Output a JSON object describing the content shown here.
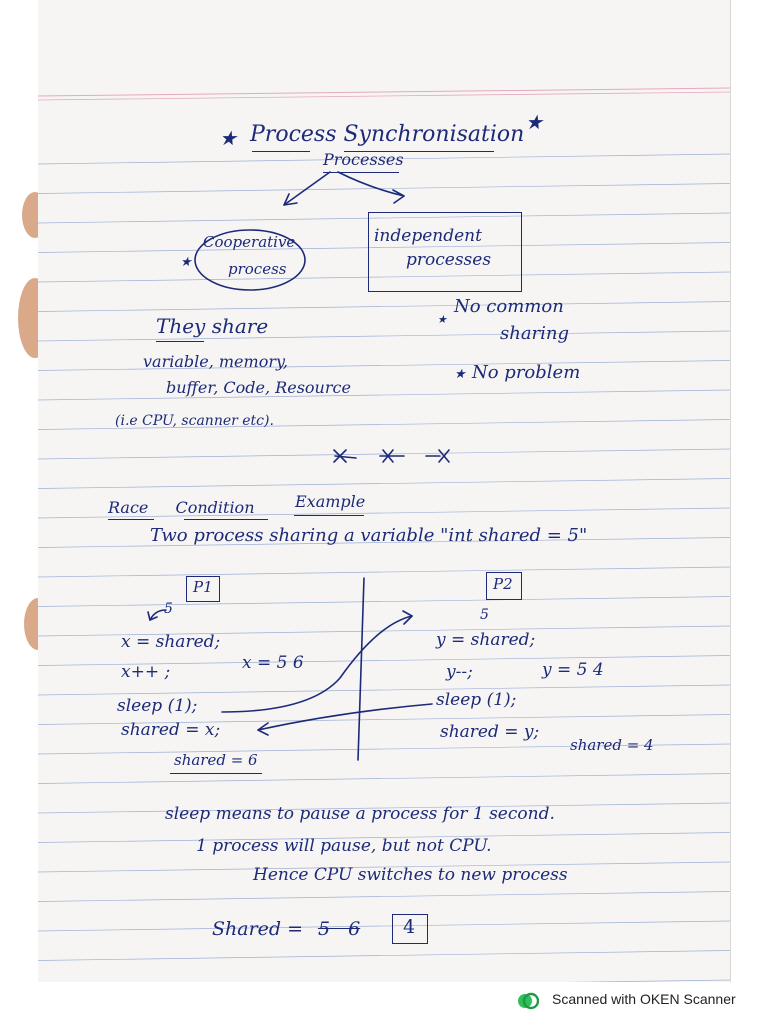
{
  "notes": {
    "title": "Process Synchronisation",
    "processes_label": "Processes",
    "cooperative_line1": "Cooperative",
    "cooperative_line2": "process",
    "independent_line1": "independent",
    "independent_line2": "processes",
    "share_heading": "They share",
    "share_line1": "variable, memory,",
    "share_line2": "buffer, Code, Resource",
    "share_line3": "(i.e CPU, scanner etc).",
    "indep_point1_line1": "No common",
    "indep_point1_line2": "sharing",
    "indep_point2": "No problem",
    "separator": "x———x———x",
    "race_label": "Race Condition",
    "example_label": "Example",
    "example_sentence": "Two process sharing a variable \"int shared = 5\"",
    "p1_label": "P1",
    "p2_label": "P2",
    "p1_value_note": "5",
    "p1_code": [
      "x = shared;",
      "x++ ;",
      "sleep (1);",
      "shared = x;"
    ],
    "p1_x_value": "x = 5 6",
    "p1_shared_result": "shared = 6",
    "p2_value_note": "5",
    "p2_code": [
      "y = shared;",
      "y--;",
      "sleep (1);",
      "shared = y;"
    ],
    "p2_y_value": "y = 5 4",
    "p2_shared_result": "shared = 4",
    "explain_line1": "sleep means to pause a process for 1 second.",
    "explain_line2": "1 process will pause, but not CPU.",
    "explain_line3": "Hence CPU switches to new process",
    "final_label": "Shared =",
    "final_struck": "5 6",
    "final_boxed_value": "4"
  },
  "footer": {
    "scanner_text": "Scanned with OKEN Scanner"
  },
  "colors": {
    "ink": "#1c2a78",
    "paper": "#f6f5f4",
    "rule": "#9fb0d4",
    "margin_rule": "#e3a9bf",
    "logo_green": "#2fbf5b"
  }
}
